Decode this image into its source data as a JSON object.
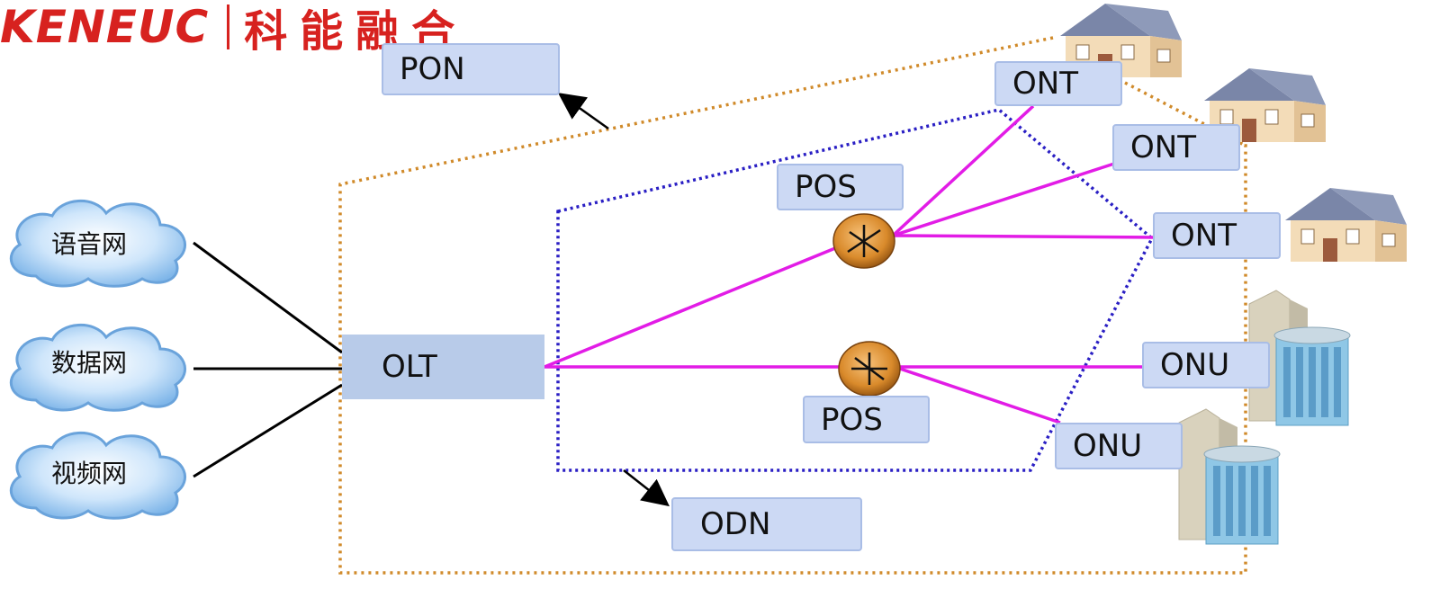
{
  "brand": {
    "name_en": "KENEUC",
    "name_cn": "科能融合"
  },
  "clouds": [
    {
      "label": "语音网"
    },
    {
      "label": "数据网"
    },
    {
      "label": "视频网"
    }
  ],
  "olt": {
    "label": "OLT"
  },
  "splitters": [
    {
      "label": "POS"
    },
    {
      "label": "POS"
    }
  ],
  "endpoints": [
    {
      "label": "ONT"
    },
    {
      "label": "ONT"
    },
    {
      "label": "ONT"
    },
    {
      "label": "ONU"
    },
    {
      "label": "ONU"
    }
  ],
  "regions": {
    "pon": {
      "label": "PON"
    },
    "odn": {
      "label": "ODN"
    }
  },
  "colors": {
    "fiber": "#e21ce6",
    "odn_boundary": "#2a1fc4",
    "pon_boundary": "#d08a2a",
    "brand": "#d7221f"
  }
}
